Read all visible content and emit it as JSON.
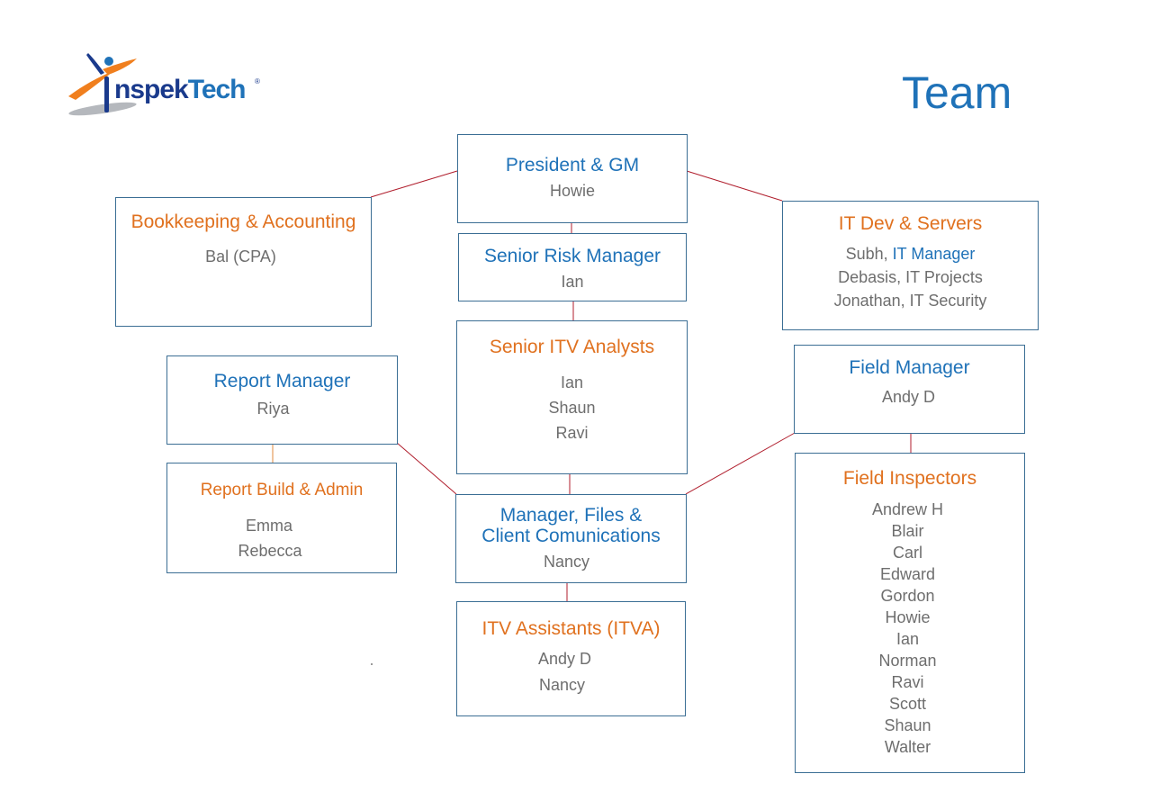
{
  "page": {
    "title": "Team"
  },
  "logo": {
    "brand_prefix": "nspek",
    "brand_suffix": "Tech",
    "registered_mark": "®",
    "icon": "figure-swoosh-logo-icon",
    "colors": {
      "navy": "#1a3a8c",
      "blue": "#1f72b8",
      "orange": "#f07f1e",
      "gray": "#b5b8bd"
    }
  },
  "colors": {
    "blue_heading": "#1f72b8",
    "orange_heading": "#e0711f",
    "body_text": "#6e6e6e",
    "box_border": "#3b6e94",
    "connector": "#b01e2d",
    "connector_orange": "#e08a3c"
  },
  "org": {
    "president": {
      "title": "President & GM",
      "members": [
        "Howie"
      ]
    },
    "bookkeeping": {
      "title": "Bookkeeping & Accounting",
      "members": [
        "Bal (CPA)"
      ]
    },
    "it_dev": {
      "title": "IT Dev & Servers",
      "line1_name": "Subh, ",
      "line1_role": "IT Manager",
      "members": [
        "Debasis, IT Projects",
        "Jonathan, IT Security"
      ]
    },
    "senior_risk": {
      "title": "Senior Risk Manager",
      "members": [
        "Ian"
      ]
    },
    "senior_itv": {
      "title": "Senior ITV Analysts",
      "members": [
        "Ian",
        "Shaun",
        "Ravi"
      ]
    },
    "report_manager": {
      "title": "Report Manager",
      "members": [
        "Riya"
      ]
    },
    "report_build": {
      "title": "Report Build & Admin",
      "members": [
        "Emma",
        "Rebecca"
      ]
    },
    "manager_files": {
      "title_line1": "Manager, Files &",
      "title_line2": "Client Comunications",
      "members": [
        "Nancy"
      ]
    },
    "itva": {
      "title": "ITV Assistants (ITVA)",
      "members": [
        "Andy D",
        "Nancy"
      ]
    },
    "field_manager": {
      "title": "Field Manager",
      "members": [
        "Andy D"
      ]
    },
    "field_inspectors": {
      "title": "Field Inspectors",
      "members": [
        "Andrew H",
        "Blair",
        "Carl",
        "Edward",
        "Gordon",
        "Howie",
        "Ian",
        "Norman",
        "Ravi",
        "Scott",
        "Shaun",
        "Walter"
      ]
    }
  }
}
